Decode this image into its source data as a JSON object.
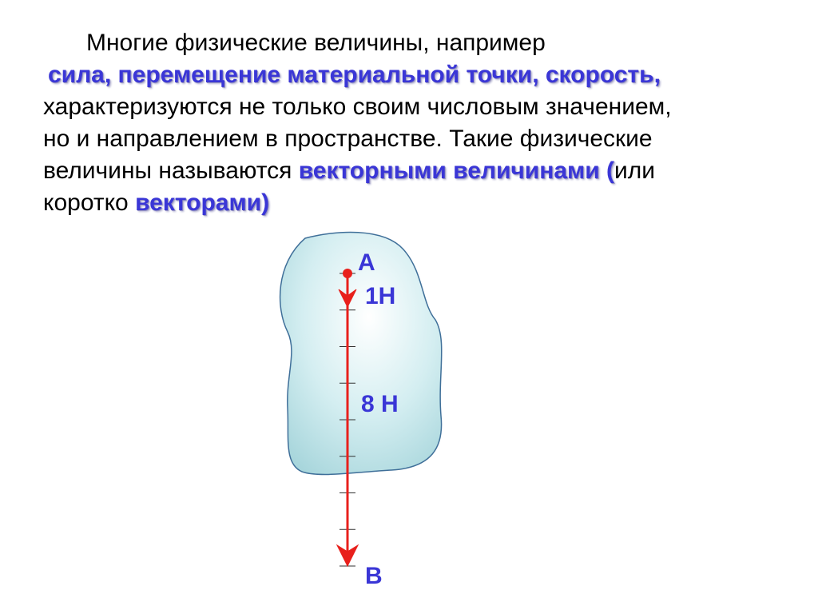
{
  "text": {
    "line1": "Многие физические величины, например",
    "line2_hl": "сила, перемещение материальной точки, скорость,",
    "line3": "характеризуются не  только своим числовым значением,",
    "line4": "но и направлением в пространстве. Такие физические",
    "line5_a": "величины называются  ",
    "line5_hl": "векторными величинами (",
    "line5_b": "или",
    "line6_a": "коротко ",
    "line6_hl": "векторами)"
  },
  "diagram": {
    "point_start": "А",
    "point_end": "В",
    "scale_label": "1Н",
    "force_label": "8 Н",
    "scale_value_n": 1,
    "force_value_n": 8,
    "tick_count": 9
  },
  "colors": {
    "highlight": "#3a36d6",
    "vector": "#e8201c",
    "body_fill": "#bfe3e8",
    "body_stroke": "#3f6f99"
  }
}
